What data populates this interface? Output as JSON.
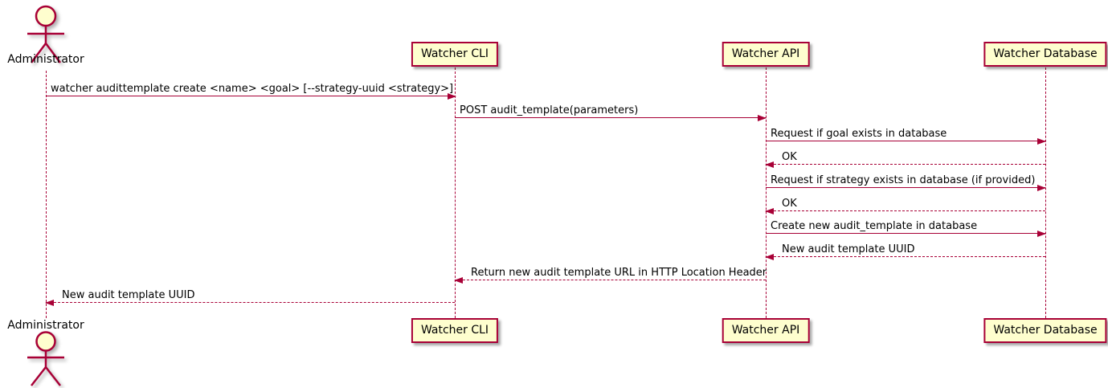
{
  "diagram": {
    "kind": "uml-sequence-diagram",
    "colors": {
      "participant_fill": "#FEFECE",
      "stroke": "#A80036",
      "text": "#000000",
      "background": "#FFFFFF"
    },
    "actor": {
      "name": "Administrator"
    },
    "participants": [
      {
        "label": "Watcher CLI"
      },
      {
        "label": "Watcher API"
      },
      {
        "label": "Watcher Database"
      }
    ],
    "messages": [
      {
        "from": "Administrator",
        "to": "Watcher CLI",
        "style": "solid",
        "text": "watcher audittemplate create <name> <goal> [--strategy-uuid <strategy>]"
      },
      {
        "from": "Watcher CLI",
        "to": "Watcher API",
        "style": "solid",
        "text": "POST audit_template(parameters)"
      },
      {
        "from": "Watcher API",
        "to": "Watcher Database",
        "style": "solid",
        "text": "Request if goal exists in database"
      },
      {
        "from": "Watcher Database",
        "to": "Watcher API",
        "style": "dashed",
        "text": "OK"
      },
      {
        "from": "Watcher API",
        "to": "Watcher Database",
        "style": "solid",
        "text": "Request if strategy exists in database (if provided)"
      },
      {
        "from": "Watcher Database",
        "to": "Watcher API",
        "style": "dashed",
        "text": "OK"
      },
      {
        "from": "Watcher API",
        "to": "Watcher Database",
        "style": "solid",
        "text": "Create new audit_template in database"
      },
      {
        "from": "Watcher Database",
        "to": "Watcher API",
        "style": "dashed",
        "text": "New audit template UUID"
      },
      {
        "from": "Watcher API",
        "to": "Watcher CLI",
        "style": "dashed",
        "text": "Return new audit template URL in HTTP Location Header"
      },
      {
        "from": "Watcher CLI",
        "to": "Administrator",
        "style": "dashed",
        "text": "New audit template UUID"
      }
    ]
  }
}
